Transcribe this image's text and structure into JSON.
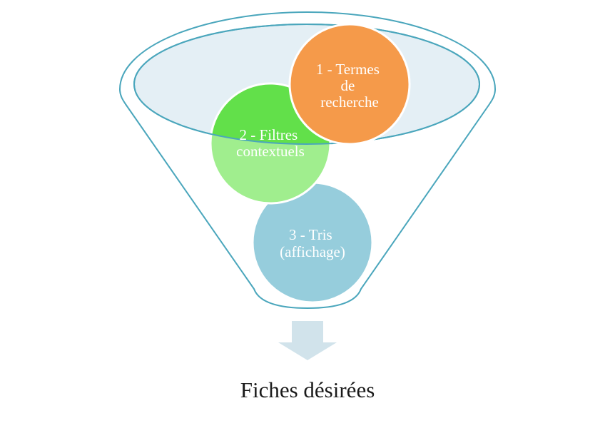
{
  "funnel": {
    "stages": [
      {
        "lines": [
          "1 - Termes",
          "de",
          "recherche"
        ],
        "color": "#f59a4a"
      },
      {
        "lines": [
          "2 - Filtres",
          "contextuels"
        ],
        "color": "#a0ee8e",
        "top_color": "#62e04a"
      },
      {
        "lines": [
          "3 - Tris",
          "(affichage)"
        ],
        "color": "#96cddc"
      }
    ],
    "outline_color": "#4aa6bc",
    "rim_fill": "#e4eff5",
    "arrow_color": "#d1e3eb"
  },
  "result": {
    "label": "Fiches désirées"
  }
}
